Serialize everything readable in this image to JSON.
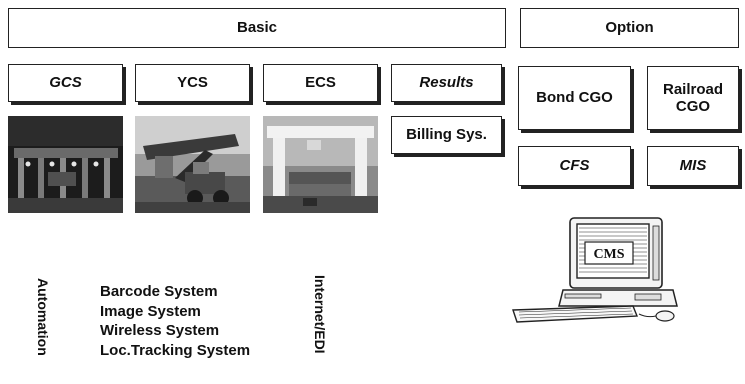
{
  "basic": {
    "header": "Basic",
    "modules": [
      "GCS",
      "YCS",
      "ECS"
    ],
    "results": "Results",
    "billing": "Billing Sys."
  },
  "option": {
    "header": "Option",
    "modules": [
      "Bond CGO",
      "Railroad CGO",
      "CFS",
      "MIS"
    ]
  },
  "computer": {
    "screen_label": "CMS"
  },
  "vertical_labels": [
    "Automation",
    "Internet/EDI"
  ],
  "systems": [
    "Barcode System",
    "Image System",
    "Wireless System",
    "Loc.Tracking System"
  ],
  "icons": [
    "gate-photo",
    "reach-stacker-photo",
    "gantry-crane-photo",
    "desktop-computer-icon"
  ]
}
